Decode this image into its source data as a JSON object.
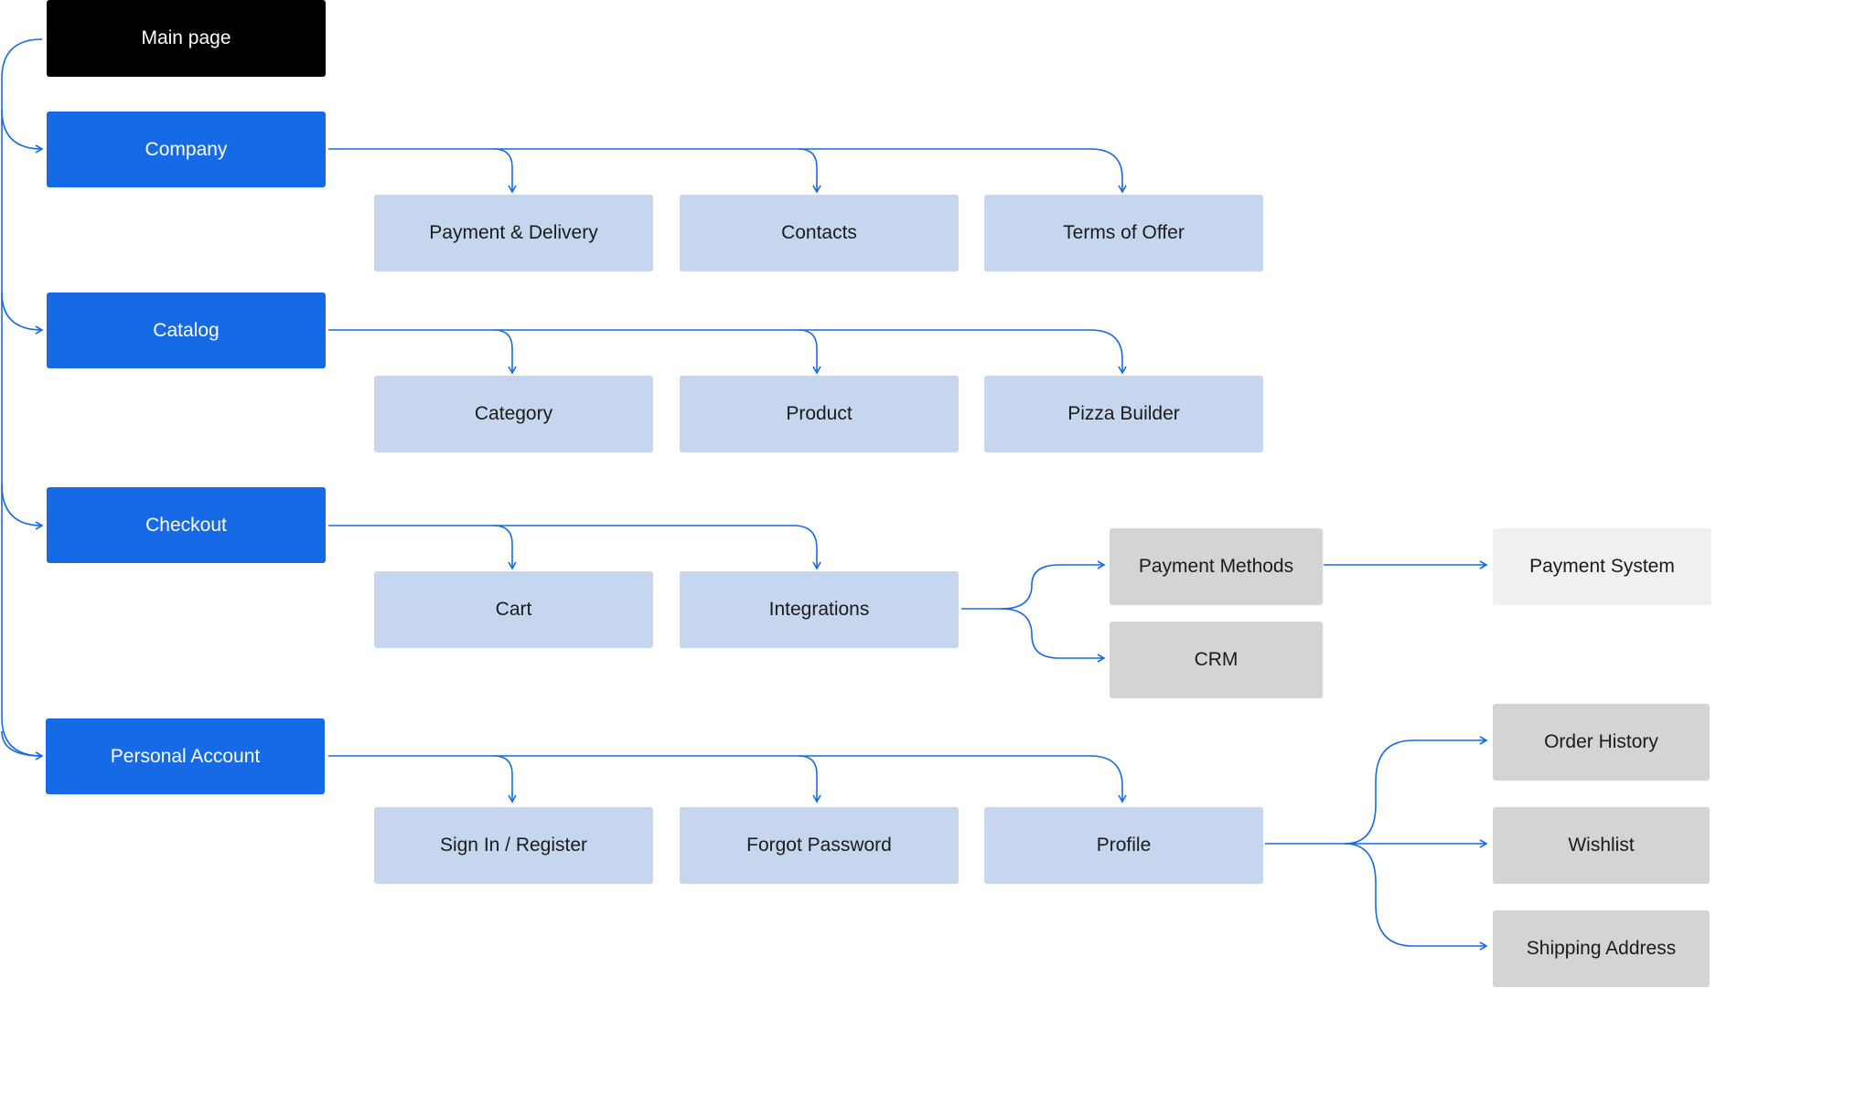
{
  "colors": {
    "line": "#166ae5",
    "root": "#000000",
    "section": "#166ae5",
    "page": "#c7d6ef",
    "subpage": "#d4d4d4",
    "external": "#f0f0f0"
  },
  "nodes": {
    "main_page": "Main page",
    "company": "Company",
    "payment_delivery": "Payment & Delivery",
    "contacts": "Contacts",
    "terms_of_offer": "Terms of Offer",
    "catalog": "Catalog",
    "category": "Category",
    "product": "Product",
    "pizza_builder": "Pizza Builder",
    "checkout": "Checkout",
    "cart": "Cart",
    "integrations": "Integrations",
    "payment_methods": "Payment Methods",
    "crm": "CRM",
    "payment_system": "Payment System",
    "personal_account": "Personal Account",
    "sign_in_register": "Sign In / Register",
    "forgot_password": "Forgot Password",
    "profile": "Profile",
    "order_history": "Order History",
    "wishlist": "Wishlist",
    "shipping_address": "Shipping Address"
  }
}
